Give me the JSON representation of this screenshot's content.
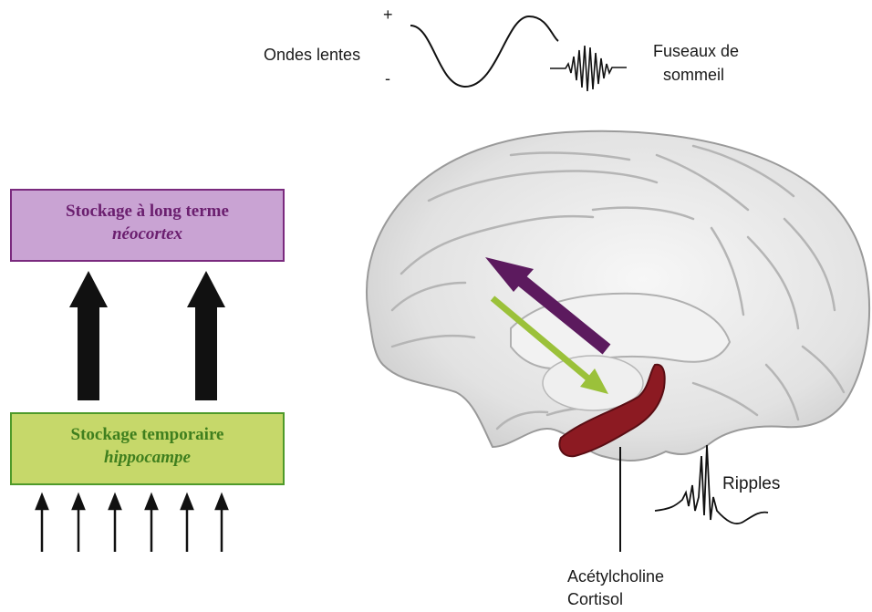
{
  "waves": {
    "slow_label": "Ondes lentes",
    "plus": "+",
    "minus": "-",
    "spindle_label_line1": "Fuseaux de",
    "spindle_label_line2": "sommeil"
  },
  "boxes": {
    "long_term": {
      "title": "Stockage à long terme",
      "subtitle": "néocortex",
      "fill": "#c9a3d3",
      "border": "#7a2a7e",
      "text_color": "#6b1f6f"
    },
    "temporary": {
      "title": "Stockage temporaire",
      "subtitle": "hippocampe",
      "fill": "#c6d86a",
      "border": "#4e9a2a",
      "text_color": "#3f7f1e"
    }
  },
  "ripples": {
    "label": "Ripples"
  },
  "neuromodulators": {
    "line1": "Acétylcholine",
    "line2": "Cortisol"
  },
  "colors": {
    "purple_arrow": "#5c1a5e",
    "green_arrow": "#9bc13a",
    "hippocampus": "#8c1a22",
    "brain": "#e6e6e6",
    "black_arrow": "#111111"
  }
}
